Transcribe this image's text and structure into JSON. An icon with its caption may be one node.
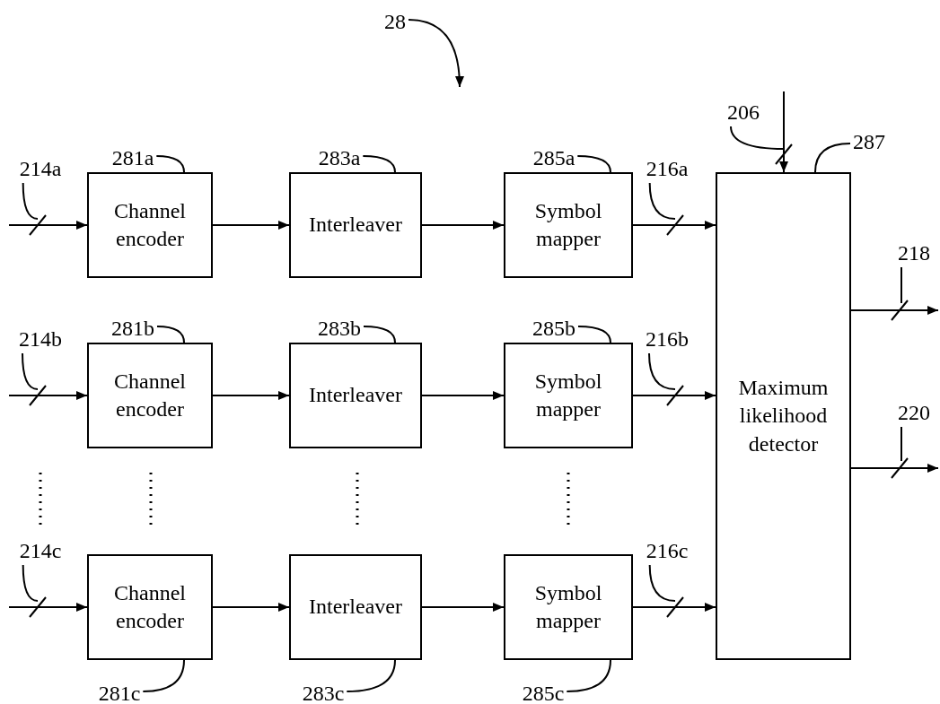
{
  "diagram": {
    "nodes": [
      {
        "text": [
          "Channel encoder"
        ]
      },
      {
        "text": [
          "Interleaver"
        ]
      },
      {
        "text": [
          "Symbol mapper"
        ]
      },
      {
        "text": [
          "Channel encoder"
        ]
      },
      {
        "text": [
          "Interleaver"
        ]
      },
      {
        "text": [
          "Symbol mapper"
        ]
      },
      {
        "text": [
          "Channel encoder"
        ]
      },
      {
        "text": [
          "Interleaver"
        ]
      },
      {
        "text": [
          "Symbol mapper"
        ]
      },
      {
        "text": [
          "Maximum likelihood detector"
        ]
      },
      {
        "text": [
          "281a"
        ]
      },
      {
        "text": [
          "283a"
        ]
      },
      {
        "text": [
          "285a"
        ]
      },
      {
        "text": [
          "281b"
        ]
      },
      {
        "text": [
          "283b"
        ]
      },
      {
        "text": [
          "285b"
        ]
      },
      {
        "text": [
          "281c"
        ]
      },
      {
        "text": [
          "283c"
        ]
      },
      {
        "text": [
          "285c"
        ]
      },
      {
        "text": [
          "287"
        ]
      },
      {
        "text": [
          "214a"
        ]
      },
      {
        "text": [
          "214b"
        ]
      },
      {
        "text": [
          "214c"
        ]
      },
      {
        "text": [
          "216a"
        ]
      },
      {
        "text": [
          "216b"
        ]
      },
      {
        "text": [
          "216c"
        ]
      },
      {
        "text": [
          "206"
        ]
      },
      {
        "text": [
          "218"
        ]
      },
      {
        "text": [
          "220"
        ]
      },
      {
        "text": [
          "28"
        ]
      }
    ],
    "edges": [
      {
        "from": null,
        "to": 0,
        "arrow": "to"
      },
      {
        "from": 0,
        "to": 1,
        "arrow": "to"
      },
      {
        "from": 1,
        "to": 2,
        "arrow": "to"
      },
      {
        "from": 2,
        "to": 9,
        "arrow": "to"
      },
      {
        "from": null,
        "to": 3,
        "arrow": "to"
      },
      {
        "from": 3,
        "to": 4,
        "arrow": "to"
      },
      {
        "from": 4,
        "to": 5,
        "arrow": "to"
      },
      {
        "from": 5,
        "to": 9,
        "arrow": "to"
      },
      {
        "from": null,
        "to": 6,
        "arrow": "to"
      },
      {
        "from": 6,
        "to": 7,
        "arrow": "to"
      },
      {
        "from": 7,
        "to": 8,
        "arrow": "to"
      },
      {
        "from": 8,
        "to": 9,
        "arrow": "to"
      },
      {
        "from": null,
        "to": 9,
        "arrow": "to"
      },
      {
        "from": 9,
        "to": null,
        "arrow": "to"
      },
      {
        "from": 9,
        "to": null,
        "arrow": "to"
      },
      {
        "from": 10,
        "to": 0,
        "arrow": "none"
      },
      {
        "from": 11,
        "to": 1,
        "arrow": "none"
      },
      {
        "from": 12,
        "to": 2,
        "arrow": "none"
      },
      {
        "from": 13,
        "to": 3,
        "arrow": "none"
      },
      {
        "from": 14,
        "to": 4,
        "arrow": "none"
      },
      {
        "from": 15,
        "to": 5,
        "arrow": "none"
      },
      {
        "from": 16,
        "to": 6,
        "arrow": "none"
      },
      {
        "from": 17,
        "to": 7,
        "arrow": "none"
      },
      {
        "from": 18,
        "to": 8,
        "arrow": "none"
      },
      {
        "from": 19,
        "to": 9,
        "arrow": "none"
      },
      {
        "from": 20,
        "to": null,
        "arrow": "none"
      },
      {
        "from": 21,
        "to": null,
        "arrow": "none"
      },
      {
        "from": 22,
        "to": null,
        "arrow": "none"
      },
      {
        "from": 23,
        "to": null,
        "arrow": "none"
      },
      {
        "from": 24,
        "to": null,
        "arrow": "none"
      },
      {
        "from": 25,
        "to": null,
        "arrow": "none"
      },
      {
        "from": 26,
        "to": null,
        "arrow": "none"
      },
      {
        "from": 27,
        "to": null,
        "arrow": "none"
      },
      {
        "from": 28,
        "to": null,
        "arrow": "none"
      },
      {
        "from": 29,
        "to": null,
        "arrow": "to"
      }
    ]
  }
}
